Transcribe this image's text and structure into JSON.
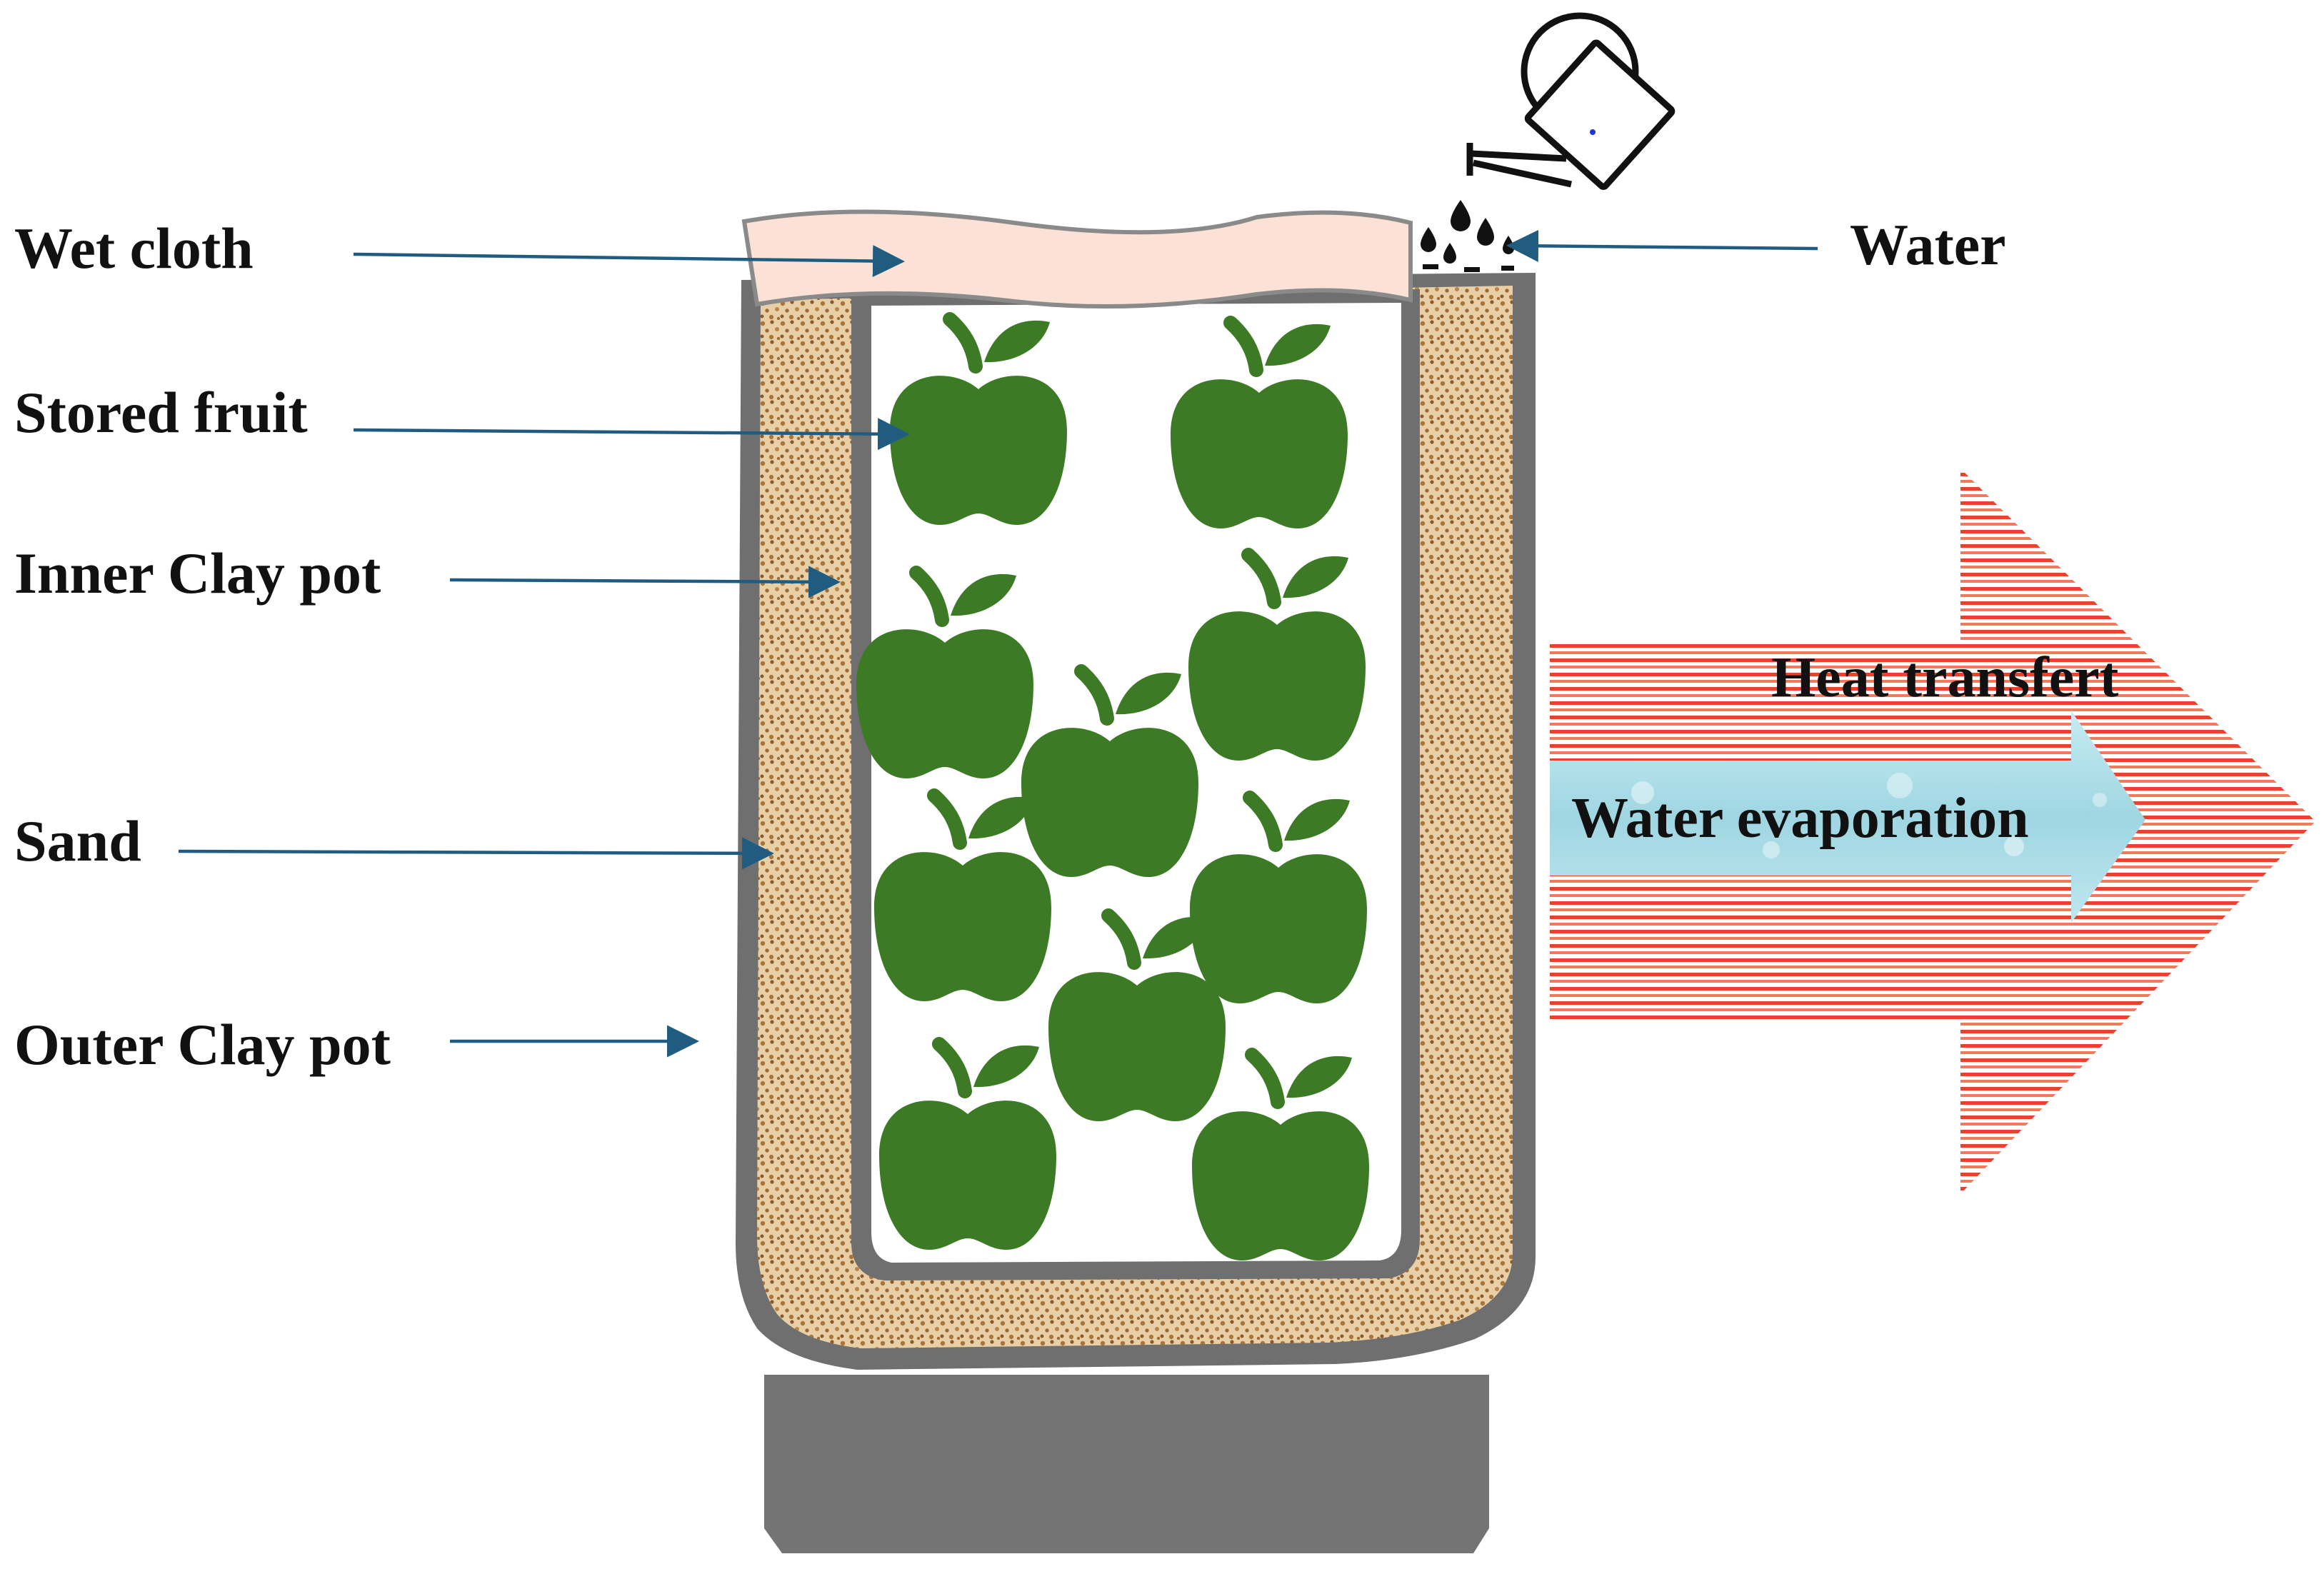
{
  "labels": {
    "wet_cloth": "Wet cloth",
    "stored_fruit": "Stored fruit",
    "inner_clay_pot": "Inner Clay pot",
    "sand": "Sand",
    "outer_clay_pot": "Outer Clay pot",
    "water": "Water",
    "heat_transfer": "Heat transfert",
    "water_evaporation": "Water evaporation"
  },
  "colors": {
    "pot_wall": "#6f6f6f",
    "sand_base": "#e8cfa6",
    "sand_grain": "#a9753a",
    "cloth": "#fbe1d6",
    "fruit": "#3d7a26",
    "arrow_line": "#1f5c80",
    "heat_stripe": "#e8442a",
    "evaporation_arrow": "#a9dbe6",
    "base_block": "#747474"
  },
  "icons": {
    "watering_can": "watering-can-icon",
    "fruit": "apple-icon"
  }
}
